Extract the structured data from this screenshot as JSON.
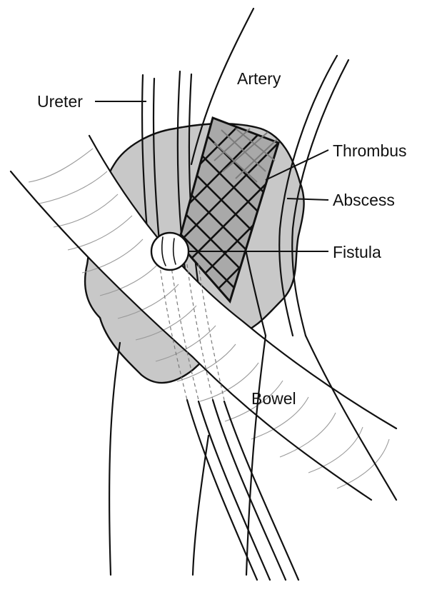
{
  "labels": {
    "artery": "Artery",
    "ureter": "Ureter",
    "thrombus": "Thrombus",
    "abscess": "Abscess",
    "fistula": "Fistula",
    "bowel": "Bowel"
  },
  "colors": {
    "line": "#111111",
    "abscess_fill": "#c8c8c8",
    "thrombus_fill": "#a9a9a9",
    "fold_line": "#9a9a9a",
    "background": "#ffffff"
  }
}
